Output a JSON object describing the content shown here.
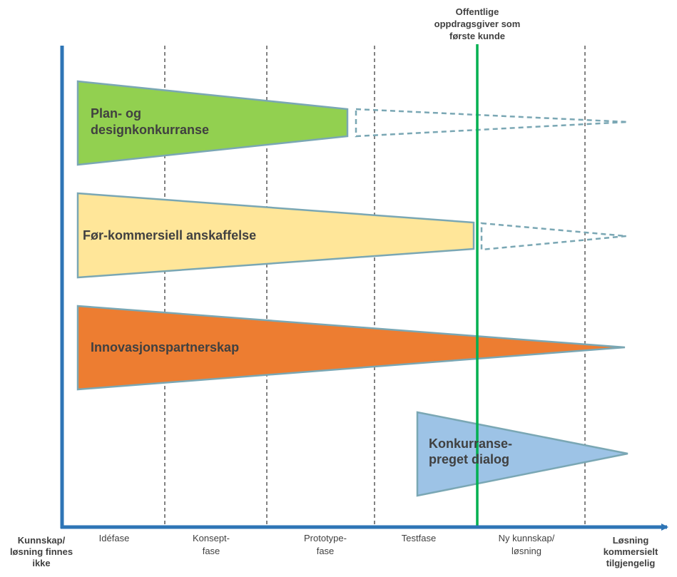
{
  "top_label": {
    "line1": "Offentlige",
    "line2": "oppdragsgiver som",
    "line3": "første kunde"
  },
  "shapes": {
    "plan": {
      "line1": "Plan- og",
      "line2": "designkonkurranse",
      "fill": "#92d050",
      "stroke": "#7aa7b4"
    },
    "fk": {
      "line1": "Før-kommersiell anskaffelse",
      "fill": "#ffe699",
      "stroke": "#7aa7b4"
    },
    "ip": {
      "line1": "Innovasjonspartnerskap",
      "fill": "#ed7d31",
      "stroke": "#7aa7b4"
    },
    "kd": {
      "line1": "Konkurranse-",
      "line2": "preget dialog",
      "fill": "#9dc3e6",
      "stroke": "#7aa7b4"
    }
  },
  "axis": {
    "origin": {
      "line1": "Kunnskap/",
      "line2": "løsning finnes",
      "line3": "ikke"
    },
    "end": {
      "line1": "Løsning",
      "line2": "kommersielt",
      "line3": "tilgjengelig"
    },
    "phases": [
      {
        "line1": "Idéfase",
        "line2": ""
      },
      {
        "line1": "Konsept-",
        "line2": "fase"
      },
      {
        "line1": "Prototype-",
        "line2": "fase"
      },
      {
        "line1": "Testfase",
        "line2": ""
      },
      {
        "line1": "Ny kunnskap/",
        "line2": "løsning"
      }
    ]
  },
  "colors": {
    "axis": "#2e75b6",
    "marker_line": "#00b050",
    "dashed_outline": "#7aa7b4",
    "phase_divider": "#404040",
    "text": "#404040"
  }
}
